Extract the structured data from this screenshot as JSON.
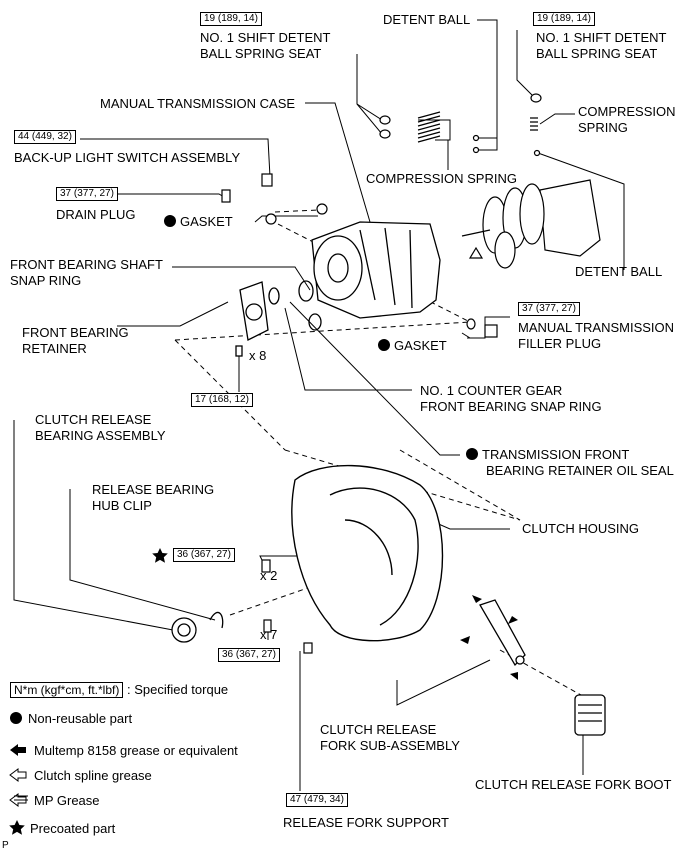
{
  "torques": {
    "t_spring_seat_left": "19 (189, 14)",
    "t_spring_seat_right": "19 (189, 14)",
    "t_backup_switch": "44 (449, 32)",
    "t_drain_plug": "37 (377, 27)",
    "t_filler_plug": "37 (377, 27)",
    "t_retainer_bolt": "17 (168, 12)",
    "t_housing_bolt_a": "36 (367, 27)",
    "t_housing_bolt_b": "36 (367, 27)",
    "t_fork_support": "47 (479, 34)"
  },
  "labels": {
    "spring_seat_left_1": "NO. 1 SHIFT DETENT",
    "spring_seat_left_2": "BALL SPRING SEAT",
    "detent_ball_top": "DETENT BALL",
    "spring_seat_right_1": "NO. 1 SHIFT DETENT",
    "spring_seat_right_2": "BALL SPRING SEAT",
    "manual_case": "MANUAL TRANSMISSION CASE",
    "compression_spring_right_1": "COMPRESSION",
    "compression_spring_right_2": "SPRING",
    "backup_switch": "BACK-UP LIGHT SWITCH ASSEMBLY",
    "compression_spring_mid": "COMPRESSION SPRING",
    "drain_plug": "DRAIN PLUG",
    "gasket_top": "GASKET",
    "front_snap_1": "FRONT BEARING SHAFT",
    "front_snap_2": "SNAP RING",
    "detent_ball_right": "DETENT BALL",
    "filler_plug_1": "MANUAL TRANSMISSION",
    "filler_plug_2": "FILLER PLUG",
    "retainer_1": "FRONT BEARING",
    "retainer_2": "RETAINER",
    "gasket_bottom": "GASKET",
    "counter_snap_1": "NO. 1 COUNTER GEAR",
    "counter_snap_2": "FRONT BEARING SNAP RING",
    "release_bearing_1": "CLUTCH RELEASE",
    "release_bearing_2": "BEARING ASSEMBLY",
    "oil_seal_1": "TRANSMISSION FRONT",
    "oil_seal_2": "BEARING RETAINER OIL SEAL",
    "hub_clip_1": "RELEASE BEARING",
    "hub_clip_2": "HUB CLIP",
    "clutch_housing": "CLUTCH HOUSING",
    "fork_1": "CLUTCH RELEASE",
    "fork_2": "FORK SUB-ASSEMBLY",
    "fork_boot": "CLUTCH RELEASE FORK BOOT",
    "fork_support": "RELEASE FORK SUPPORT"
  },
  "quantities": {
    "x8": "x 8",
    "x2": "x 2",
    "x7": "x 7"
  },
  "legend": {
    "torque_box": "N*m (kgf*cm, ft.*lbf)",
    "torque_text": ": Specified torque",
    "non_reusable": "Non-reusable part",
    "multemp": "Multemp 8158 grease or equivalent",
    "spline": "Clutch spline grease",
    "mp": "MP Grease",
    "precoated": "Precoated part"
  },
  "corner_mark": "P"
}
